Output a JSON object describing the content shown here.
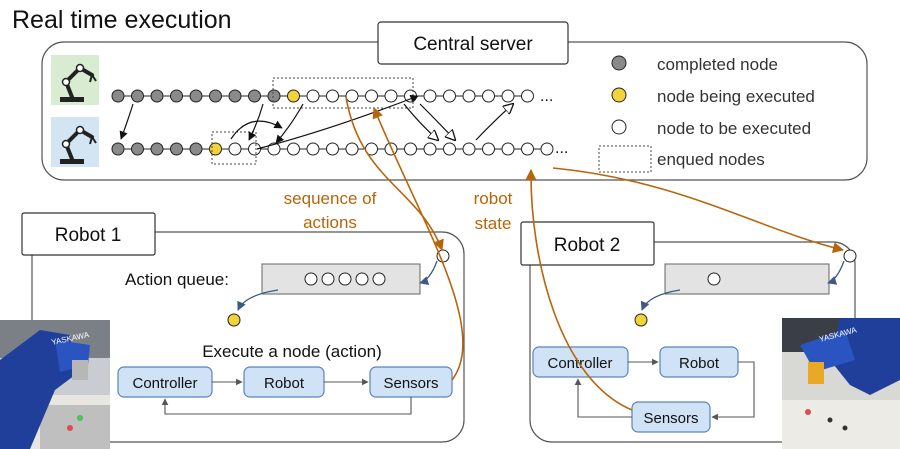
{
  "title": "Real time execution",
  "central_server": {
    "label": "Central server"
  },
  "legend": {
    "completed": "completed node",
    "executing": "node being executed",
    "pending": "node to be executed",
    "enqueued": "enqued nodes"
  },
  "annotations": {
    "sequence_line1": "sequence of",
    "sequence_line2": "actions",
    "state_line1": "robot",
    "state_line2": "state"
  },
  "robot1": {
    "label": "Robot 1",
    "queue_label": "Action queue:",
    "execute_label": "Execute a node (action)",
    "controller": "Controller",
    "robot": "Robot",
    "sensors": "Sensors"
  },
  "robot2": {
    "label": "Robot 2",
    "controller": "Controller",
    "robot": "Robot",
    "sensors": "Sensors"
  },
  "ellipsis": "...",
  "photo_text": "YASKAWA",
  "colors": {
    "completed": "#8a8a8a",
    "executing": "#f2d43a",
    "pending": "#ffffff",
    "component_fill": "#cfe2f6",
    "component_stroke": "#5b84b8",
    "queue_fill": "#e3e3e3",
    "accent_arrow": "#b8650a",
    "robot1_icon_bg": "#d8ecd2",
    "robot2_icon_bg": "#d3e5f3"
  }
}
